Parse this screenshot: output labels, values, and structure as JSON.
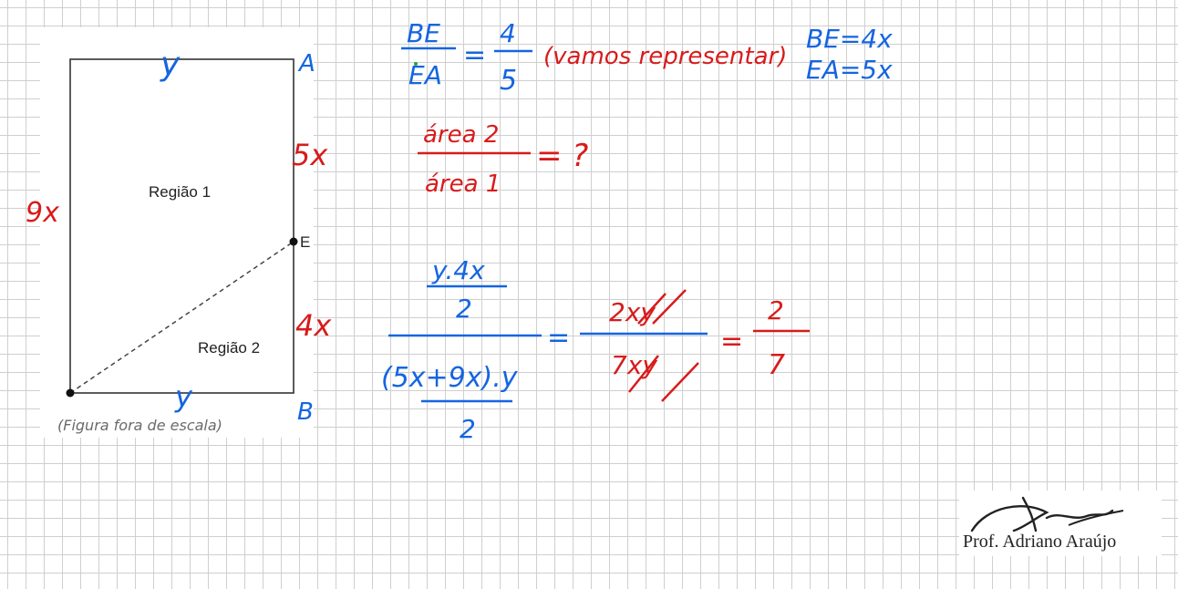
{
  "figure": {
    "vertices": {
      "a": "A",
      "b": "B",
      "e": "E"
    },
    "region1": "Região 1",
    "region2": "Região 2",
    "caption": "(Figura fora de escala)",
    "sides": {
      "top": "y",
      "bottom": "y",
      "left": "9x",
      "ae": "5x",
      "eb": "4x"
    }
  },
  "notes": {
    "ratio_num": "BE",
    "ratio_den": "EA",
    "ratio_val_num": "4",
    "ratio_val_den": "5",
    "remark": "(vamos representar)",
    "be_eq": "BE=4x",
    "ea_eq": "EA=5x",
    "area_num": "área 2",
    "area_den": "área 1",
    "question": "= ?",
    "calc_num_top": "y.4x",
    "calc_num_bot": "2",
    "calc_den_top": "(5x+9x).y",
    "calc_den_bot": "2",
    "step_num": "2xy",
    "step_den": "7xy",
    "result_num": "2",
    "result_den": "7",
    "eq": "="
  },
  "signature": {
    "name": "Prof. Adriano Araújo"
  },
  "colors": {
    "blue": "#1565e0",
    "red": "#d81b1b",
    "green": "#2e9d3a"
  }
}
